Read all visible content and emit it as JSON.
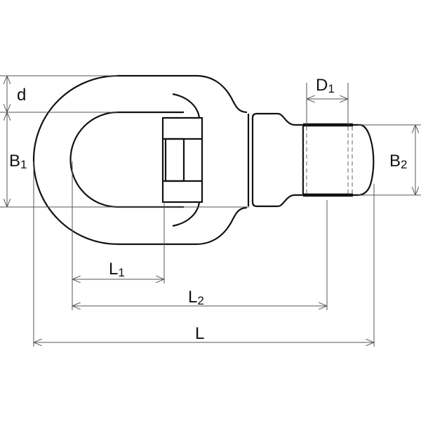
{
  "title": "Swivel eye dimension drawing",
  "labels": {
    "d": {
      "base": "d",
      "sub": ""
    },
    "B1": {
      "base": "B",
      "sub": "1"
    },
    "L1": {
      "base": "L",
      "sub": "1"
    },
    "L2": {
      "base": "L",
      "sub": "2"
    },
    "L": {
      "base": "L",
      "sub": ""
    },
    "D1": {
      "base": "D",
      "sub": "1"
    },
    "B2": {
      "base": "B",
      "sub": "2"
    }
  }
}
